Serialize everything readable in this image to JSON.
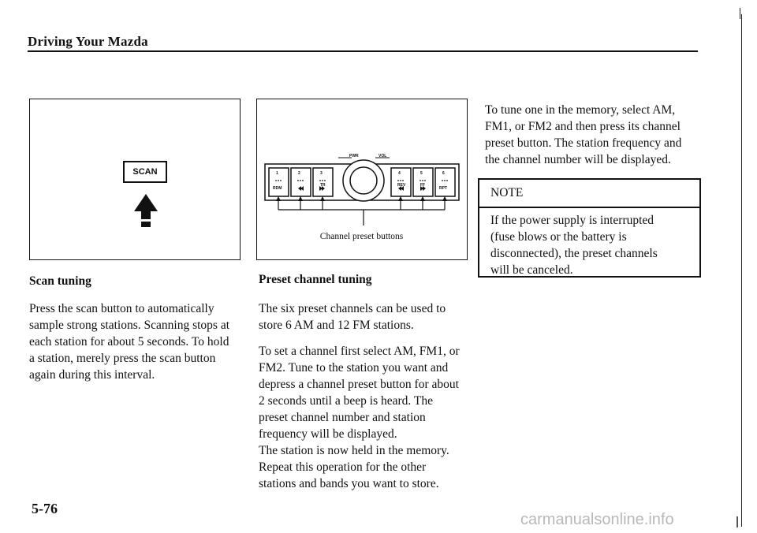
{
  "header": {
    "title": "Driving Your Mazda"
  },
  "figures": {
    "scan": {
      "button_label": "SCAN"
    },
    "preset": {
      "caption": "Channel preset buttons",
      "radio_labels": {
        "pwr": "PWR",
        "vol": "VOL",
        "rdm": "RDM",
        "rpt": "RPT",
        "rev": "REV",
        "ff": "FF",
        "tr": "TR"
      },
      "buttons": [
        "1",
        "2",
        "3",
        "4",
        "5",
        "6"
      ]
    }
  },
  "scan_section": {
    "heading": "Scan tuning",
    "lines": [
      "Press the scan button to automatically",
      "sample strong stations. Scanning stops at",
      "each station for about 5 seconds. To hold",
      "a station, merely press the scan button",
      "again during this interval."
    ]
  },
  "preset_section": {
    "heading": "Preset channel tuning",
    "para1": [
      "The six preset channels can be used to",
      "store 6 AM and 12 FM stations."
    ],
    "para2": [
      "To set a channel first select AM, FM1, or",
      "FM2. Tune to the station you want and",
      "depress a channel preset button for about",
      "2 seconds until a beep is heard. The",
      "preset channel number and station",
      "frequency will be displayed.",
      "The station is now held in the memory.",
      "Repeat this operation for the other",
      "stations and bands you want to store."
    ]
  },
  "memory_section": {
    "lines": [
      "To tune one in the memory, select AM,",
      "FM1, or FM2 and then press its channel",
      "preset button. The station frequency and",
      "the channel number will be displayed."
    ]
  },
  "note": {
    "title": "NOTE",
    "lines": [
      "If the power supply is interrupted",
      "(fuse blows or the battery is",
      "disconnected), the preset channels",
      "will be canceled."
    ]
  },
  "footer": {
    "page_number": "5-76",
    "watermark": "carmanualsonline.info"
  }
}
